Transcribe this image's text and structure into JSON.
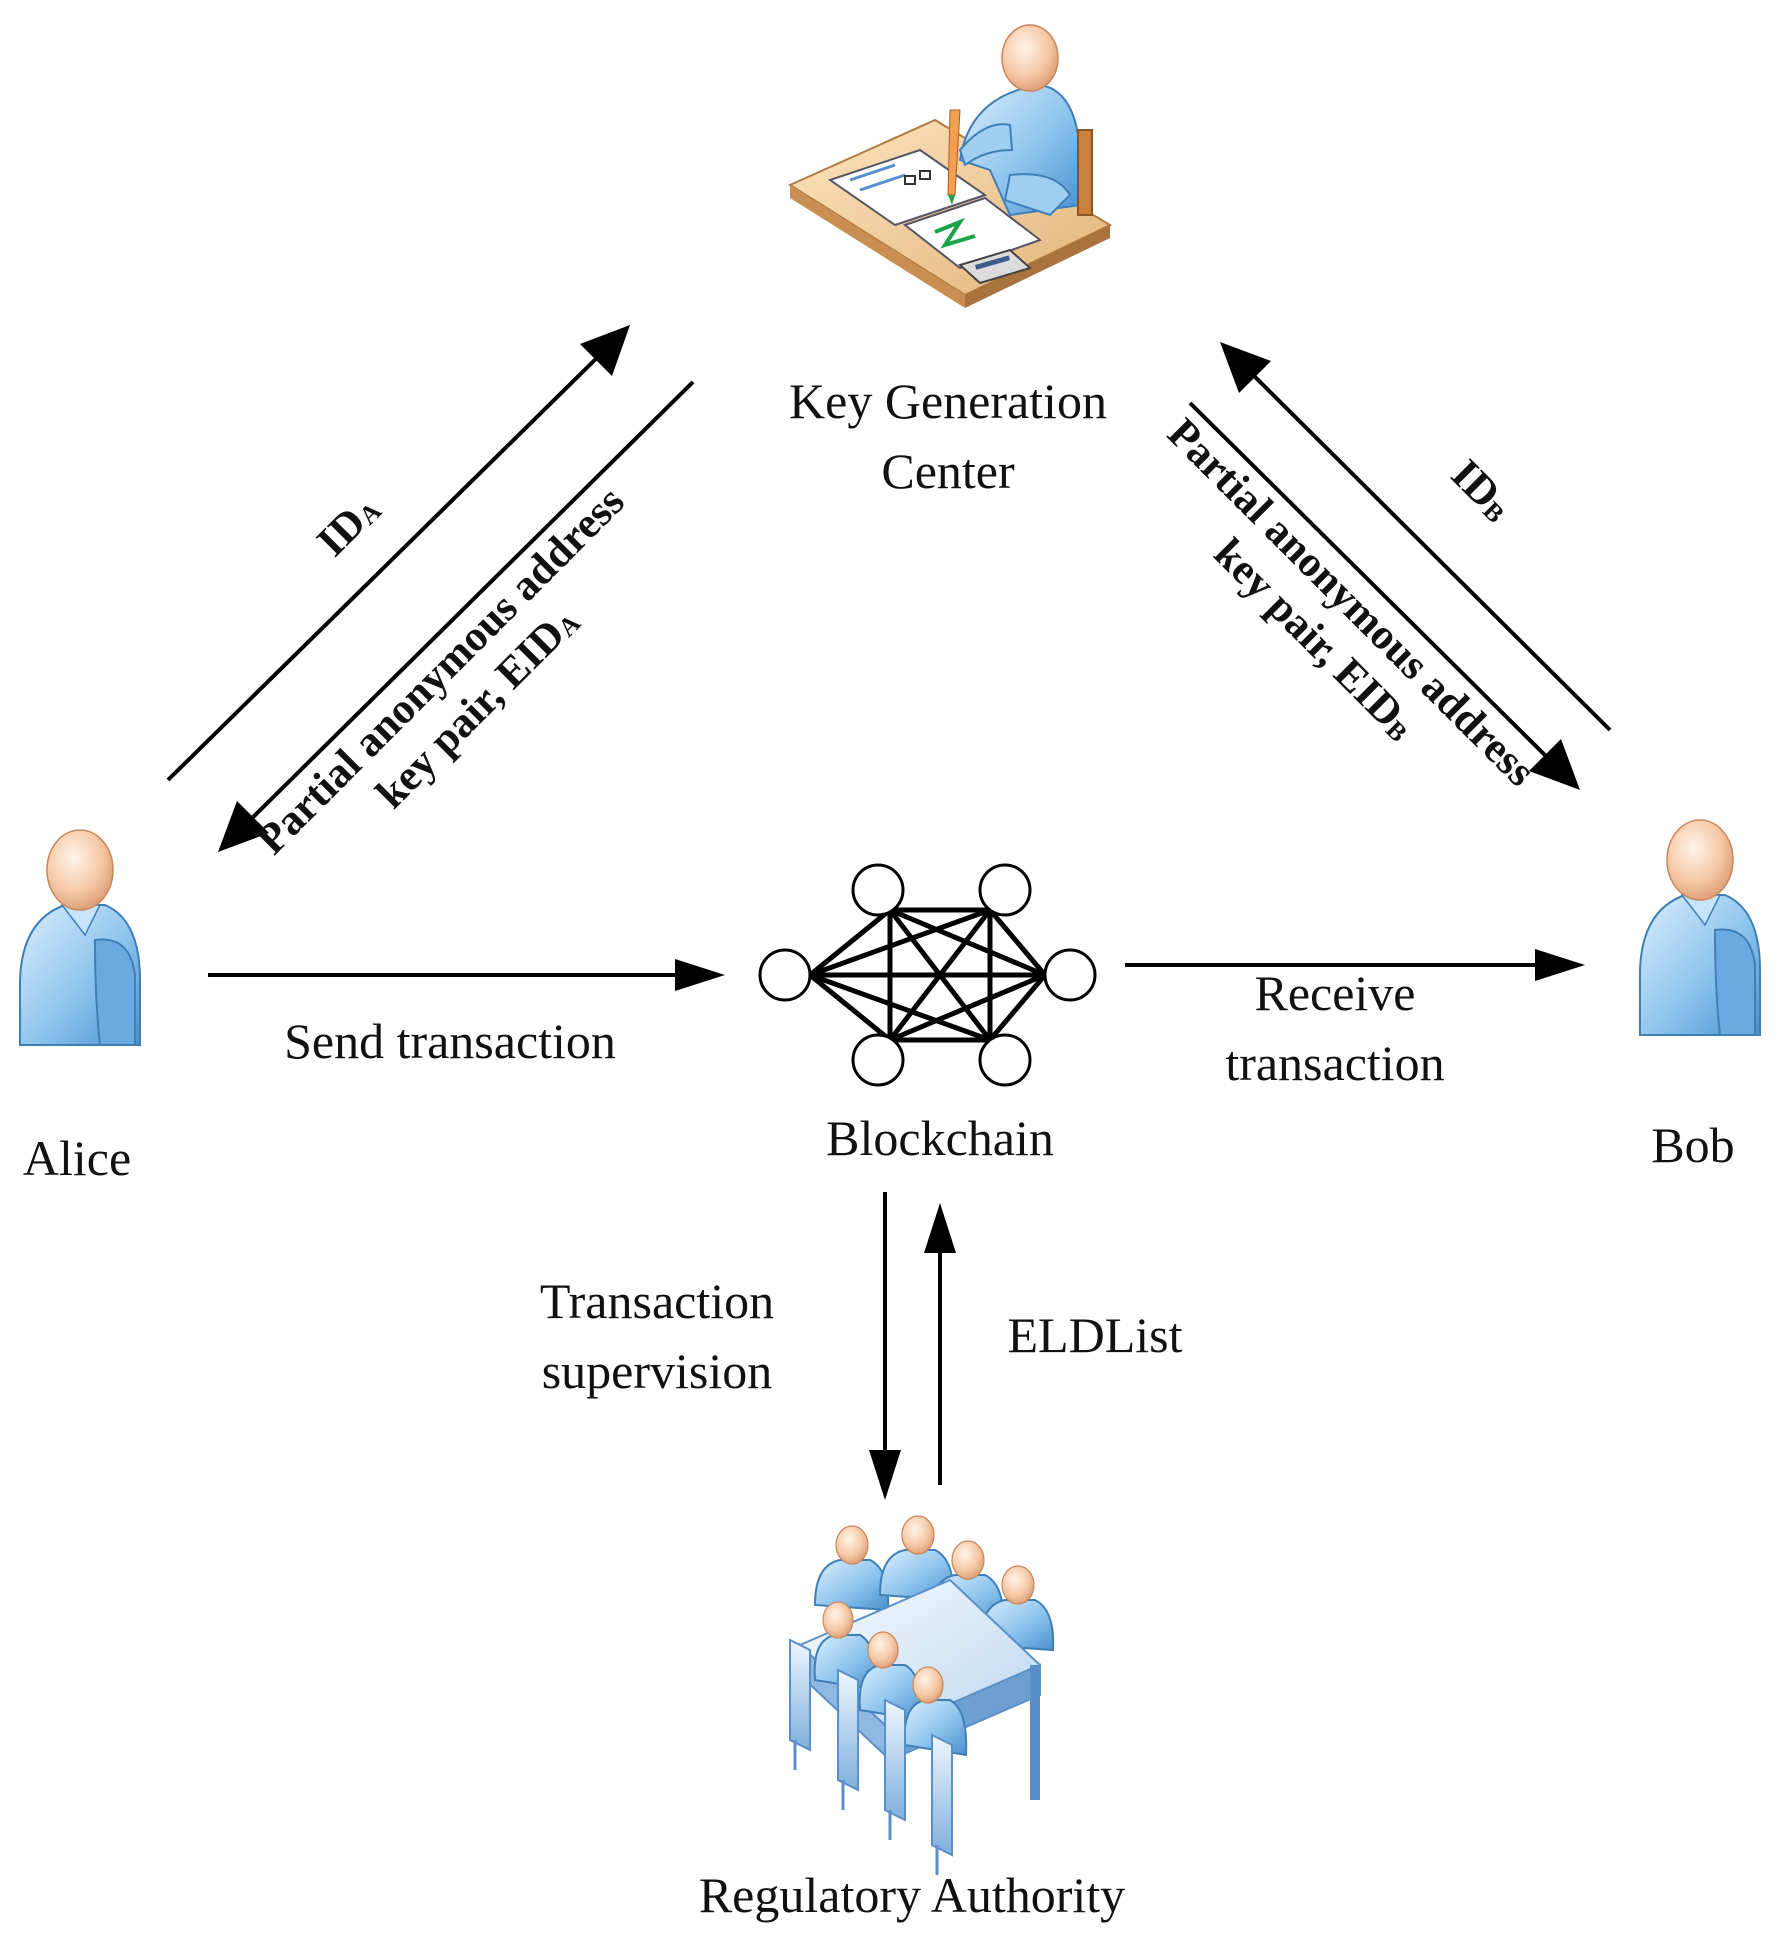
{
  "nodes": {
    "kgc": {
      "line1": "Key Generation",
      "line2": "Center"
    },
    "alice": {
      "label": "Alice"
    },
    "bob": {
      "label": "Bob"
    },
    "blockchain": {
      "label": "Blockchain"
    },
    "regulator": {
      "label": "Regulatory Authority"
    }
  },
  "edges": {
    "alice_to_kgc": {
      "main": "ID",
      "sub": "A"
    },
    "kgc_to_alice": {
      "line1": "Partial anonymous address",
      "line2_main": "key pair, EID",
      "line2_sub": "A"
    },
    "bob_to_kgc": {
      "main": "ID",
      "sub": "B"
    },
    "kgc_to_bob": {
      "line1": "Partial anonymous address",
      "line2_main": "key pair, EID",
      "line2_sub": "B"
    },
    "alice_to_chain": {
      "label": "Send transaction"
    },
    "chain_to_bob": {
      "line1": "Receive",
      "line2": "transaction"
    },
    "chain_to_regulator": {
      "line1": "Transaction",
      "line2": "supervision"
    },
    "regulator_to_chain": {
      "label": "ELDList"
    }
  }
}
